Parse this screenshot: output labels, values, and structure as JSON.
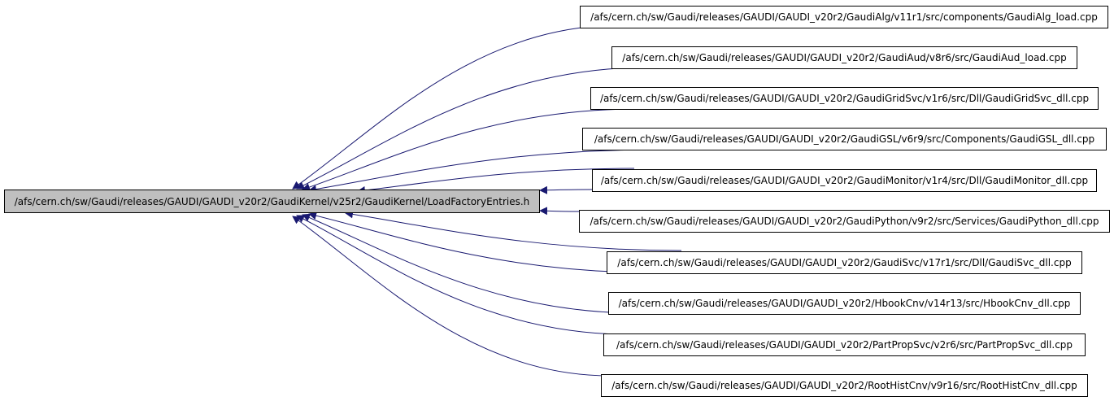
{
  "diagram": {
    "root": {
      "label": "/afs/cern.ch/sw/Gaudi/releases/GAUDI/GAUDI_v20r2/GaudiKernel/v25r2/GaudiKernel/LoadFactoryEntries.h"
    },
    "includers": [
      {
        "label": "/afs/cern.ch/sw/Gaudi/releases/GAUDI/GAUDI_v20r2/GaudiAlg/v11r1/src/components/GaudiAlg_load.cpp"
      },
      {
        "label": "/afs/cern.ch/sw/Gaudi/releases/GAUDI/GAUDI_v20r2/GaudiAud/v8r6/src/GaudiAud_load.cpp"
      },
      {
        "label": "/afs/cern.ch/sw/Gaudi/releases/GAUDI/GAUDI_v20r2/GaudiGridSvc/v1r6/src/Dll/GaudiGridSvc_dll.cpp"
      },
      {
        "label": "/afs/cern.ch/sw/Gaudi/releases/GAUDI/GAUDI_v20r2/GaudiGSL/v6r9/src/Components/GaudiGSL_dll.cpp"
      },
      {
        "label": "/afs/cern.ch/sw/Gaudi/releases/GAUDI/GAUDI_v20r2/GaudiMonitor/v1r4/src/Dll/GaudiMonitor_dll.cpp"
      },
      {
        "label": "/afs/cern.ch/sw/Gaudi/releases/GAUDI/GAUDI_v20r2/GaudiPython/v9r2/src/Services/GaudiPython_dll.cpp"
      },
      {
        "label": "/afs/cern.ch/sw/Gaudi/releases/GAUDI/GAUDI_v20r2/GaudiSvc/v17r1/src/Dll/GaudiSvc_dll.cpp"
      },
      {
        "label": "/afs/cern.ch/sw/Gaudi/releases/GAUDI/GAUDI_v20r2/HbookCnv/v14r13/src/HbookCnv_dll.cpp"
      },
      {
        "label": "/afs/cern.ch/sw/Gaudi/releases/GAUDI/GAUDI_v20r2/PartPropSvc/v2r6/src/PartPropSvc_dll.cpp"
      },
      {
        "label": "/afs/cern.ch/sw/Gaudi/releases/GAUDI/GAUDI_v20r2/RootHistCnv/v9r16/src/RootHistCnv_dll.cpp"
      }
    ],
    "colors": {
      "edge": "#191970",
      "root_fill": "#bfbfbf",
      "node_fill": "#ffffff",
      "border": "#000000"
    }
  }
}
